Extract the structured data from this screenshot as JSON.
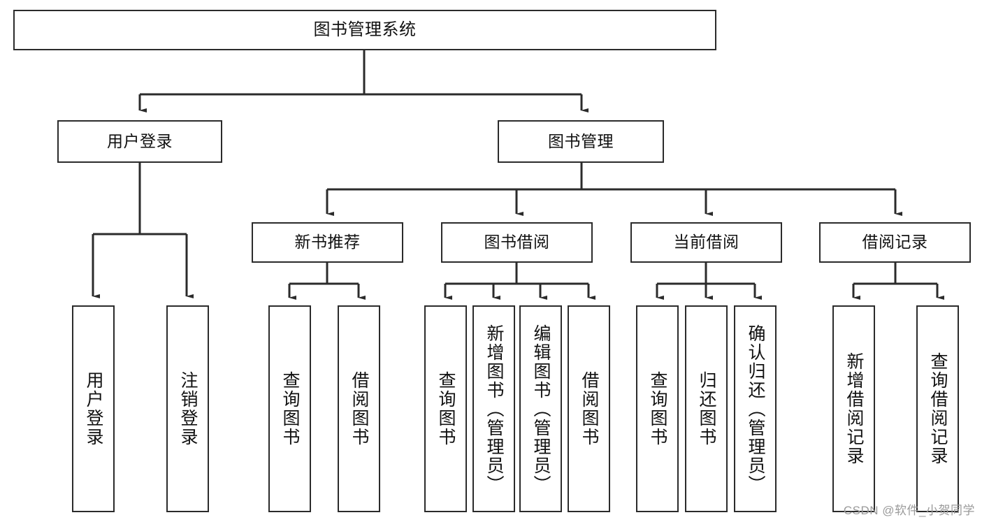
{
  "diagram": {
    "title": "图书管理系统",
    "watermark": "CSDN @软件_小贺同学",
    "stroke_color": "#2b2b2b",
    "text_color": "#111111",
    "background_color": "#ffffff",
    "nodes": {
      "root": {
        "label": "图书管理系统"
      },
      "level1": [
        {
          "id": "user-login",
          "label": "用户登录"
        },
        {
          "id": "book-manage",
          "label": "图书管理"
        }
      ],
      "level2": [
        {
          "id": "new-book-recommend",
          "label": "新书推荐"
        },
        {
          "id": "book-borrow",
          "label": "图书借阅"
        },
        {
          "id": "current-borrow",
          "label": "当前借阅"
        },
        {
          "id": "borrow-record",
          "label": "借阅记录"
        }
      ],
      "leaves": {
        "user_login": [
          {
            "id": "leaf-user-login",
            "label": "用户登录"
          },
          {
            "id": "leaf-logout",
            "label": "注销登录"
          }
        ],
        "new_book_recommend": [
          {
            "id": "leaf-query-book-1",
            "label": "查询图书"
          },
          {
            "id": "leaf-borrow-book-1",
            "label": "借阅图书"
          }
        ],
        "book_borrow": [
          {
            "id": "leaf-query-book-2",
            "label": "查询图书"
          },
          {
            "id": "leaf-add-book",
            "label": "新增图书（管理员）"
          },
          {
            "id": "leaf-edit-book",
            "label": "编辑图书（管理员）"
          },
          {
            "id": "leaf-borrow-book-2",
            "label": "借阅图书"
          }
        ],
        "current_borrow": [
          {
            "id": "leaf-query-book-3",
            "label": "查询图书"
          },
          {
            "id": "leaf-return-book",
            "label": "归还图书"
          },
          {
            "id": "leaf-confirm-return",
            "label": "确认归还（管理员）"
          }
        ],
        "borrow_record": [
          {
            "id": "leaf-add-record",
            "label": "新增借阅记录"
          },
          {
            "id": "leaf-query-record",
            "label": "查询借阅记录"
          }
        ]
      }
    }
  }
}
